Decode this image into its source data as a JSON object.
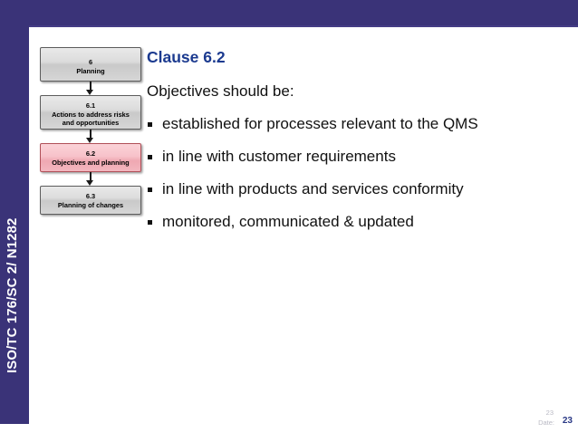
{
  "slide": {
    "doc_code": "ISO/TC 176/SC 2/ N1282",
    "accent_purple": "#3A3378",
    "title_blue": "#1B3A8F",
    "highlight_pink": "#F7C2CA"
  },
  "flowchart": {
    "nodes": [
      {
        "number": "6",
        "label": "Planning",
        "highlighted": false
      },
      {
        "number": "6.1",
        "label": "Actions to address risks",
        "label2": "and opportunities",
        "highlighted": false
      },
      {
        "number": "6.2",
        "label": "Objectives and planning",
        "highlighted": true
      },
      {
        "number": "6.3",
        "label": "Planning of changes",
        "highlighted": false
      }
    ]
  },
  "content": {
    "title": "Clause 6.2",
    "lead": "Objectives should be:",
    "bullets": [
      "established for processes relevant to the QMS",
      "in line with customer requirements",
      "in line with products and services conformity",
      "monitored, communicated & updated"
    ]
  },
  "footer": {
    "count": "23",
    "date_label": "Date:",
    "page_number": "23"
  }
}
